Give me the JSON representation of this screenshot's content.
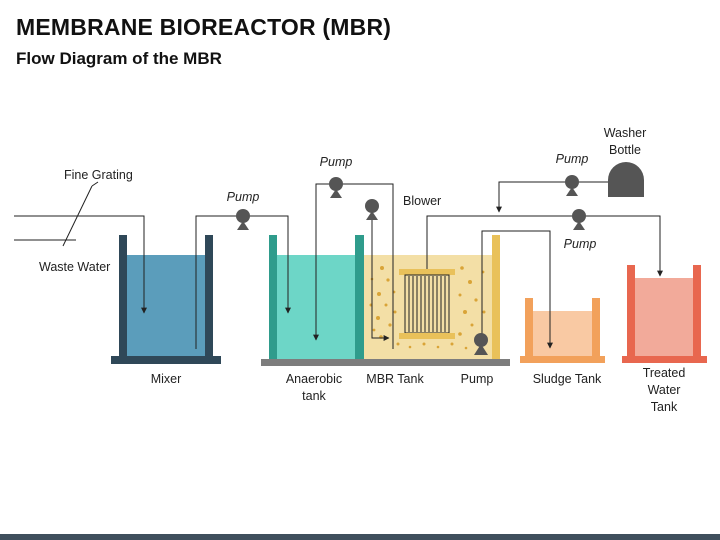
{
  "header": {
    "title": "MEMBRANE BIOREACTOR (MBR)",
    "subtitle": "Flow Diagram of the MBR"
  },
  "labels": {
    "fine_grating": "Fine Grating",
    "waste_water": "Waste Water",
    "mixer": "Mixer",
    "anaerobic_1": "Anaerobic",
    "anaerobic_2": "tank",
    "mbr_tank": "MBR Tank",
    "pump_label": "Pump",
    "sludge_tank": "Sludge Tank",
    "treated_1": "Treated",
    "treated_2": "Water",
    "treated_3": "Tank",
    "blower": "Blower",
    "washer_1": "Washer",
    "washer_2": "Bottle"
  },
  "pump_tags": {
    "pump_mixer": "Pump",
    "pump_top": "Pump",
    "pump_washer": "Pump",
    "pump_permeate": "Pump"
  },
  "colors": {
    "mixer_wall": "#2f4858",
    "mixer_water": "#5b9dbb",
    "anaerobic_wall": "#2f9c8c",
    "anaerobic_water": "#6dd6c7",
    "mbr_wall": "#e9c15a",
    "mbr_water": "#f3dfa6",
    "sludge_wall": "#f2a15b",
    "sludge_water": "#f9c9a3",
    "treated_wall": "#e8674f",
    "treated_water": "#f2aa9a",
    "pump_icon": "#555555",
    "pipe": "#222222"
  }
}
